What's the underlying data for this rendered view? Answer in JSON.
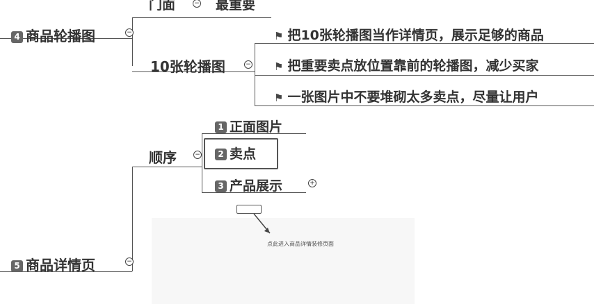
{
  "top": {
    "left_label": "门面",
    "right_label": "最重要"
  },
  "node4": {
    "badge": "4",
    "label": "商品轮播图"
  },
  "carousel": {
    "label": "10张轮播图",
    "tips": [
      "把10张轮播图当作详情页，展示足够的商品",
      "把重要卖点放位置靠前的轮播图，减少买家",
      "一张图片中不要堆砌太多卖点，尽量让用户"
    ]
  },
  "order": {
    "label": "顺序",
    "items": [
      {
        "badge": "1",
        "label": "正面图片"
      },
      {
        "badge": "2",
        "label": "卖点"
      },
      {
        "badge": "3",
        "label": "产品展示"
      }
    ]
  },
  "node5": {
    "badge": "5",
    "label": "商品详情页"
  },
  "screenshot": {
    "hint": "点此进入商品详情装修页面"
  },
  "colors": {
    "line": "#555555",
    "badge": "#666666",
    "highlight": "#555555"
  },
  "icons": {
    "toggle": "collapse-toggle-icon",
    "flag": "flag-icon",
    "arrow": "arrow-icon"
  }
}
